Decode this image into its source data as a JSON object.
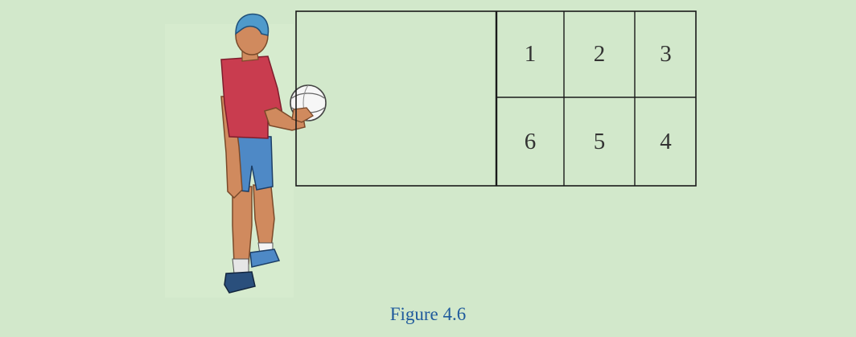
{
  "figure": {
    "caption": "Figure 4.6",
    "background_color": "#d2e8cb",
    "caption_color": "#1f5a9c",
    "court": {
      "line_color": "#1a1a1a",
      "positions": {
        "p1": "1",
        "p2": "2",
        "p3": "3",
        "p4": "4",
        "p5": "5",
        "p6": "6"
      }
    },
    "player": {
      "shirt_color": "#c93c4f",
      "shorts_color": "#4e89c6",
      "skin_color": "#d08a5e",
      "cap_color": "#4f9acb",
      "ball_icon": "volleyball-icon"
    }
  }
}
